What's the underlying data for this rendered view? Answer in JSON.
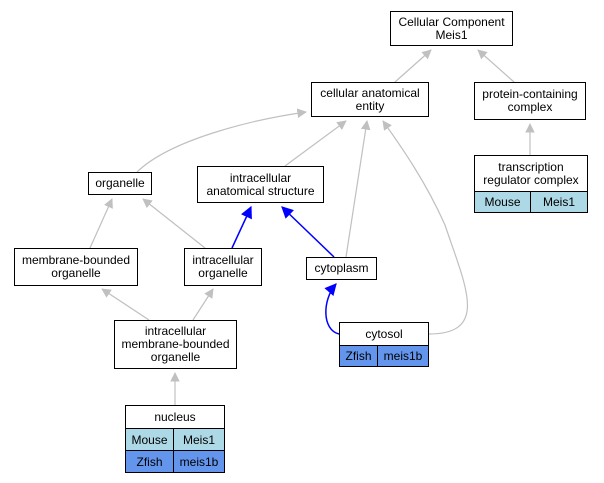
{
  "nodes": {
    "root": "Cellular Component\nMeis1",
    "cae": "cellular anatomical\nentity",
    "pcc": "protein-containing\ncomplex",
    "trc": "transcription\nregulator complex",
    "organelle": "organelle",
    "ias": "intracellular\nanatomical structure",
    "mbo": "membrane-bounded\norganelle",
    "io": "intracellular\norganelle",
    "cytoplasm": "cytoplasm",
    "imbo": "intracellular\nmembrane-bounded\norganelle",
    "cytosol": "cytosol",
    "nucleus": "nucleus"
  },
  "annotations": {
    "trc": [
      {
        "species": "Mouse",
        "gene": "Meis1"
      }
    ],
    "cytosol": [
      {
        "species": "Zfish",
        "gene": "meis1b"
      }
    ],
    "nucleus": [
      {
        "species": "Mouse",
        "gene": "Meis1"
      },
      {
        "species": "Zfish",
        "gene": "meis1b"
      }
    ]
  },
  "colors": {
    "edge_default": "#c0c0c0",
    "edge_highlight": "#0000ff",
    "mouse": "#add8e6",
    "zfish": "#6495ed"
  }
}
